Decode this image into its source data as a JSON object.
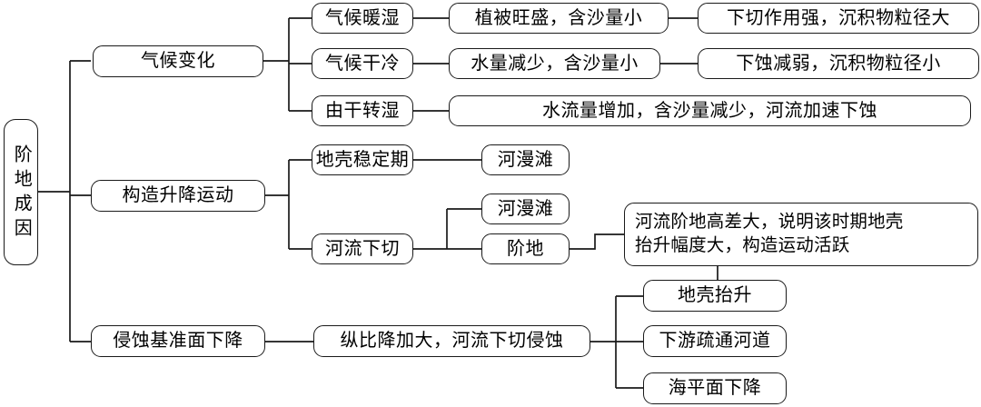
{
  "diagram": {
    "title": "阶地成因",
    "type": "tree-mindmap",
    "root": {
      "label": "阶地成因",
      "orientation": "vertical-text"
    },
    "branches": [
      {
        "label": "气候变化",
        "children": [
          {
            "label": "气候暖湿",
            "children": [
              {
                "label": "植被旺盛，含沙量小",
                "children": [
                  {
                    "label": "下切作用强，沉积物粒径大",
                    "children": []
                  }
                ]
              }
            ]
          },
          {
            "label": "气候干冷",
            "children": [
              {
                "label": "水量减少，含沙量小",
                "children": [
                  {
                    "label": "下蚀减弱，沉积物粒径小",
                    "children": []
                  }
                ]
              }
            ]
          },
          {
            "label": "由干转湿",
            "children": [
              {
                "label": "水流量增加，含沙量减少，河流加速下蚀",
                "children": []
              }
            ]
          }
        ]
      },
      {
        "label": "构造升降运动",
        "children": [
          {
            "label": "地壳稳定期",
            "children": [
              {
                "label": "河漫滩",
                "children": []
              }
            ]
          },
          {
            "label": "河流下切",
            "children": [
              {
                "label": "河漫滩",
                "children": []
              },
              {
                "label": "阶地",
                "children": [
                  {
                    "label": "河流阶地高差大，说明该时期地壳\n抬升幅度大，构造运动活跃",
                    "children": []
                  }
                ]
              }
            ]
          }
        ]
      },
      {
        "label": "侵蚀基准面下降",
        "children": [
          {
            "label": "纵比降加大，河流下切侵蚀",
            "children": [
              {
                "label": "地壳抬升",
                "children": []
              },
              {
                "label": "下游疏通河道",
                "children": []
              },
              {
                "label": "海平面下降",
                "children": []
              }
            ]
          }
        ]
      }
    ],
    "nodes": {
      "root": "阶地成因",
      "l1_climate": "气候变化",
      "l1_tectonic": "构造升降运动",
      "l1_baselevel": "侵蚀基准面下降",
      "l2_warm_wet": "气候暖湿",
      "l2_dry_cold": "气候干冷",
      "l2_dry_to_wet": "由干转湿",
      "l2_stable": "地壳稳定期",
      "l2_incision": "河流下切",
      "l2_gradient": "纵比降加大，河流下切侵蚀",
      "l3_veg": "植被旺盛，含沙量小",
      "l3_water_down": "水量减少，含沙量小",
      "l3_flow_up": "水流量增加，含沙量减少，河流加速下蚀",
      "l3_floodplain_a": "河漫滩",
      "l3_floodplain_b": "河漫滩",
      "l3_terrace": "阶地",
      "l3_uplift": "地壳抬升",
      "l3_dredge": "下游疏通河道",
      "l3_sealevel": "海平面下降",
      "l4_strong_incision": "下切作用强，沉积物粒径大",
      "l4_weak_incision": "下蚀减弱，沉积物粒径小",
      "l4_terrace_note": "河流阶地高差大，说明该时期地壳\n抬升幅度大，构造运动活跃"
    },
    "colors": {
      "stroke": "#1a1a1a",
      "text": "#000000",
      "background": "#ffffff"
    }
  }
}
